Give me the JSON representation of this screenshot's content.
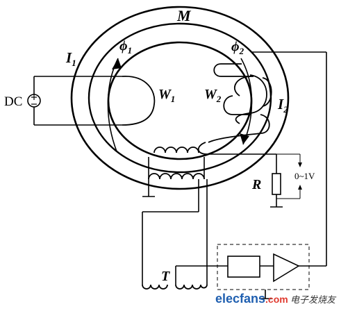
{
  "labels": {
    "core": "M",
    "flux1_symbol": "ϕ",
    "flux1_sub": "1",
    "flux2_symbol": "ϕ",
    "flux2_sub": "2",
    "current1_symbol": "I",
    "current1_sub": "1",
    "current2_symbol": "I",
    "current2_sub": "2",
    "winding1_symbol": "W",
    "winding1_sub": "1",
    "winding2_symbol": "W",
    "winding2_sub": "2",
    "source": "DC",
    "resistor": "R",
    "voltage_range": "0~1V",
    "transformer": "T"
  },
  "watermark": {
    "brand": "elecfans",
    "domain": ".com",
    "cn": "电子发烧友"
  }
}
